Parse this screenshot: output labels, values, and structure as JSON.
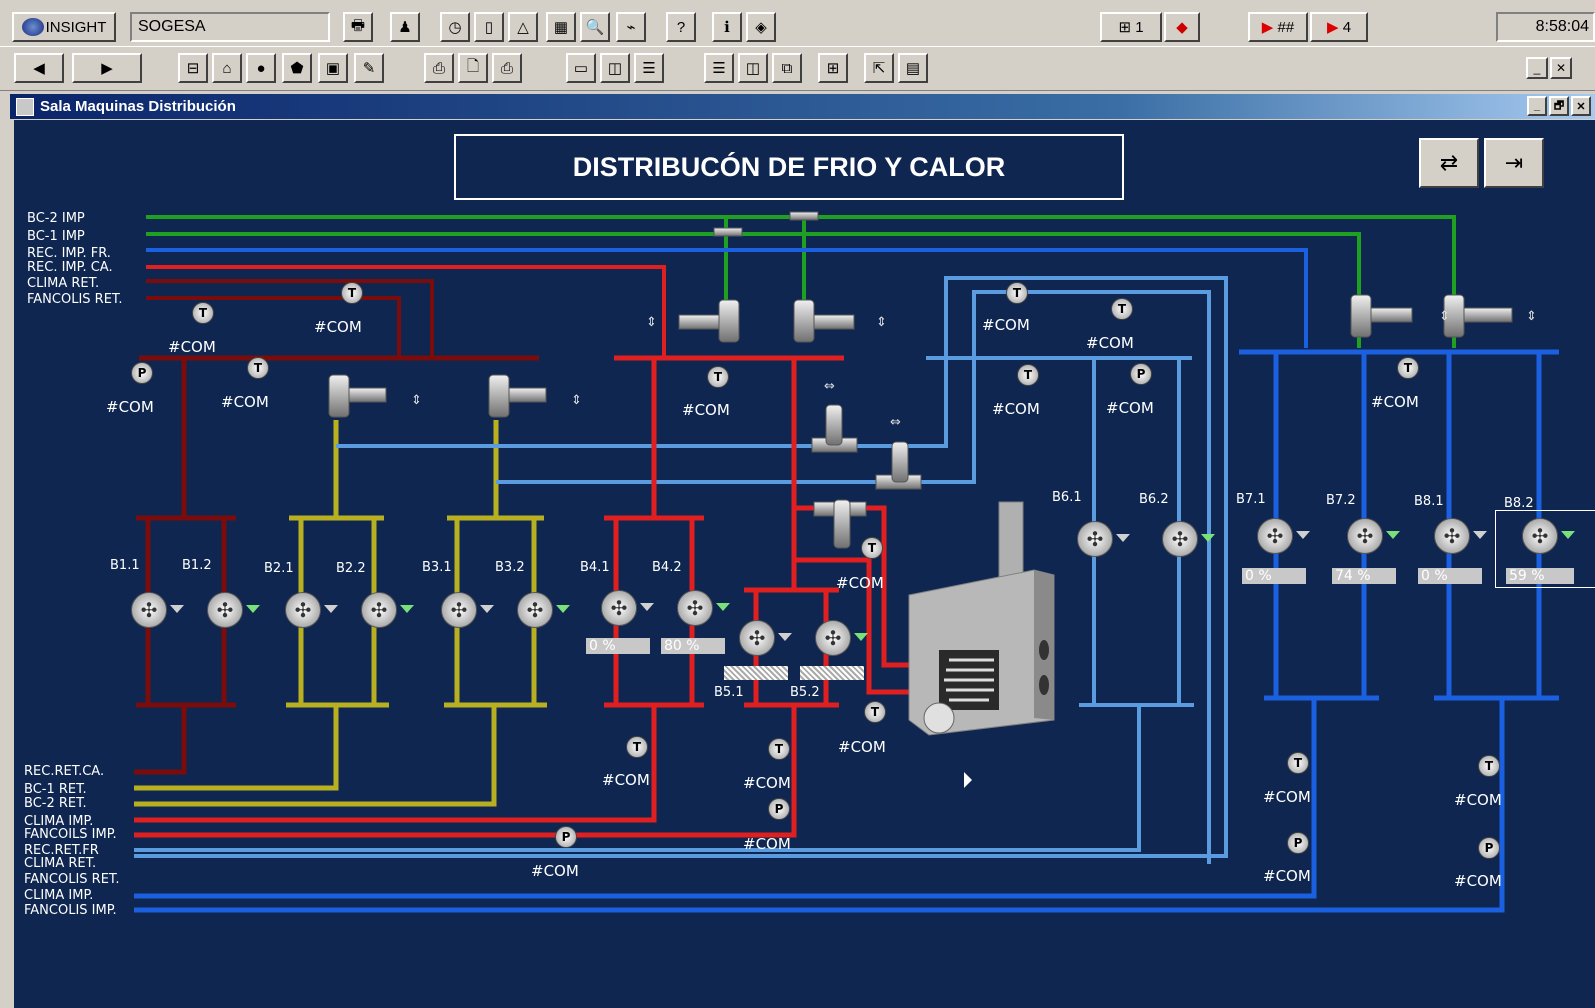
{
  "app": {
    "name": "INSIGHT",
    "site": "SOGESA",
    "clock": "8:58:04"
  },
  "toolbar": {
    "counter_a": "1",
    "counter_b": "##",
    "counter_c": "4"
  },
  "window": {
    "title": "Sala Maquinas Distribución",
    "controls": [
      "_",
      "🗗",
      "✕"
    ]
  },
  "diagram": {
    "title": "DISTRIBUCÓN DE FRIO Y CALOR",
    "left_labels_top": [
      "BC-2 IMP",
      "BC-1 IMP",
      "REC. IMP. FR.",
      "REC. IMP. CA.",
      "CLIMA RET.",
      "FANCOLIS RET."
    ],
    "left_labels_bottom": [
      "REC.RET.CA.",
      "BC-1 RET.",
      "BC-2 RET.",
      "CLIMA IMP.",
      "FANCOILS IMP.",
      "REC.RET.FR",
      "CLIMA RET.",
      "FANCOLIS RET.",
      "CLIMA IMP.",
      "FANCOLIS IMP."
    ],
    "pumps": [
      "B1.1",
      "B1.2",
      "B2.1",
      "B2.2",
      "B3.1",
      "B3.2",
      "B4.1",
      "B4.2",
      "B5.1",
      "B5.2",
      "B6.1",
      "B6.2",
      "B7.1",
      "B7.2",
      "B8.1",
      "B8.2"
    ],
    "com_text": "#COM",
    "speeds": {
      "B4.1": "0 %",
      "B4.2": "80 %",
      "B7.1": "0 %",
      "B7.2": "74 %",
      "B8.1": "0 %",
      "B8.2": "59 %"
    },
    "colors": {
      "background": "#0e2650",
      "hot": "#e02020",
      "dark_hot": "#7a0c0c",
      "green": "#20a020",
      "yellow": "#b8b020",
      "light_blue": "#5b9be0",
      "blue": "#1a60e0"
    }
  }
}
